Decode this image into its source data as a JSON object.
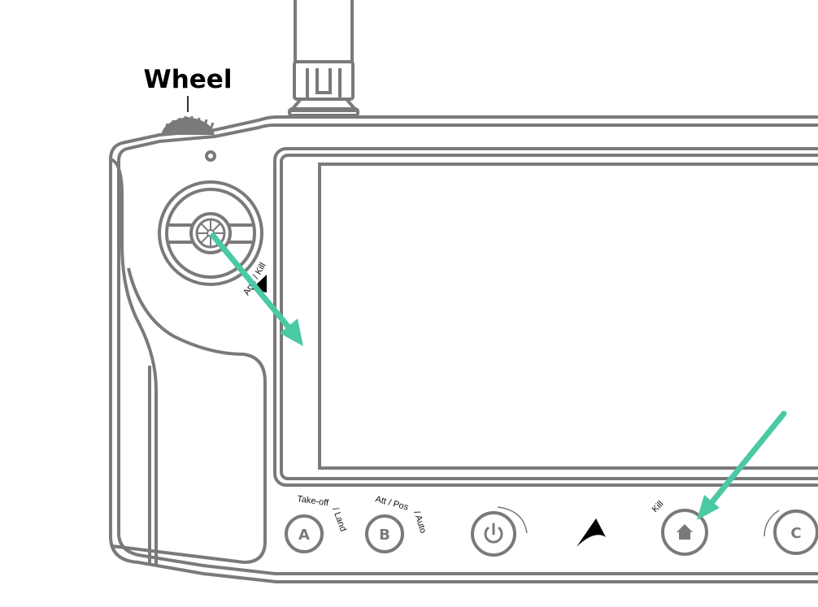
{
  "wheel": {
    "label": "Wheel"
  },
  "joystick": {
    "arm_kill_label": "Arm / Kill"
  },
  "buttons": {
    "a": {
      "letter": "A",
      "caption_top": "Take-off",
      "caption_side": "/ Land"
    },
    "b": {
      "letter": "B",
      "caption_top": "Att / Pos",
      "caption_side": "/ Auto"
    },
    "power": {
      "icon": "power-icon"
    },
    "logo": {
      "icon": "brand-logo"
    },
    "home": {
      "icon": "home-icon",
      "caption": "Kill"
    },
    "c": {
      "letter": "C"
    }
  },
  "colors": {
    "outline": "#7a7a7a",
    "arrow": "#4ac9a5",
    "text": "#111111"
  }
}
